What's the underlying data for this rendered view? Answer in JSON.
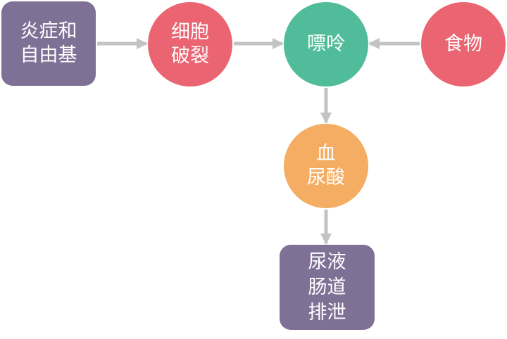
{
  "diagram": {
    "nodes": {
      "inflammation": {
        "lines": [
          "炎症和",
          "自由基"
        ],
        "color": "#7f7196"
      },
      "cell_rupture": {
        "lines": [
          "细胞",
          "破裂"
        ],
        "color": "#ea6471"
      },
      "purine": {
        "lines": [
          "嘌呤"
        ],
        "color": "#50bc99"
      },
      "food": {
        "lines": [
          "食物"
        ],
        "color": "#ea6471"
      },
      "uric_acid": {
        "lines": [
          "血",
          "尿酸"
        ],
        "color": "#f4ad62"
      },
      "excretion": {
        "lines": [
          "尿液",
          "肠道",
          "排泄"
        ],
        "color": "#7f7196"
      }
    },
    "edges": [
      {
        "from": "inflammation",
        "to": "cell_rupture"
      },
      {
        "from": "cell_rupture",
        "to": "purine"
      },
      {
        "from": "food",
        "to": "purine"
      },
      {
        "from": "purine",
        "to": "uric_acid"
      },
      {
        "from": "uric_acid",
        "to": "excretion"
      }
    ],
    "arrow_color": "#c3c3c3"
  }
}
